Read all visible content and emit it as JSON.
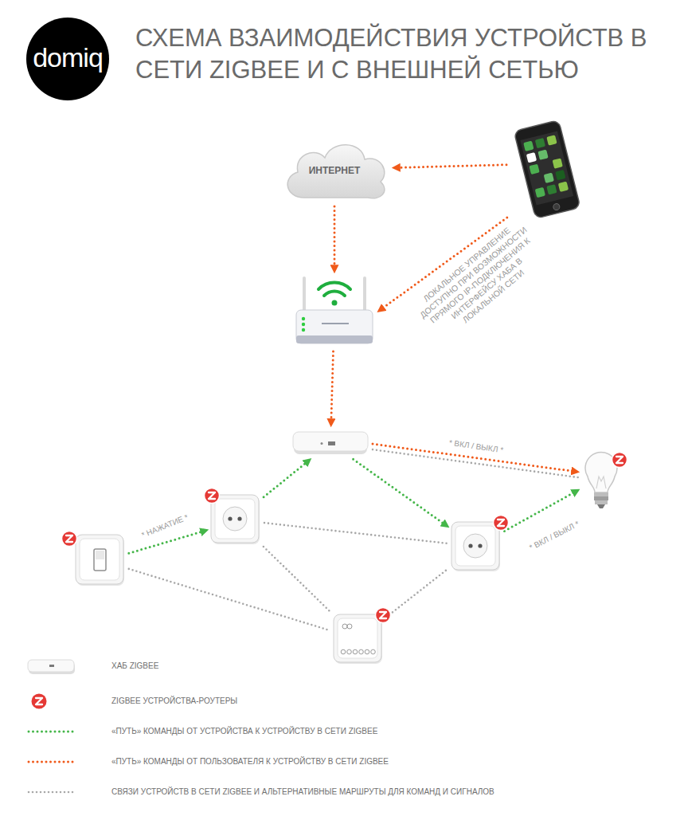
{
  "diagram": {
    "title": "СХЕМА ВЗАИМОДЕЙСТВИЯ УСТРОЙСТВ В СЕТИ ZIGBEE И С ВНЕШНЕЙ СЕТЬЮ",
    "nodes": [
      {
        "text": [
          "ИНТЕРНЕТ"
        ]
      },
      {
        "text": []
      },
      {
        "text": []
      },
      {
        "text": []
      },
      {
        "text": []
      },
      {
        "text": []
      },
      {
        "text": []
      },
      {
        "text": []
      },
      {
        "text": []
      }
    ],
    "edges": [
      {
        "from": 1,
        "to": 0,
        "arrow": "to"
      },
      {
        "from": 0,
        "to": 2,
        "arrow": "to"
      },
      {
        "from": 1,
        "to": 2,
        "arrow": "to",
        "label": "ЛОКАЛЬНОЕ УПРАВЛЕНИЕ ДОСТУПНО ПРИ ВОЗМОЖНОСТИ ПРЯМОГО IP-ПОДКЛЮЧЕНИЯ К ИНТЕРФЕЙСУ ХАБА В ЛОКАЛЬНОЙ СЕТИ"
      },
      {
        "from": 2,
        "to": 3,
        "arrow": "to"
      },
      {
        "from": 3,
        "to": 4,
        "arrow": "to",
        "label": "* ВКЛ / ВЫКЛ *"
      },
      {
        "from": 3,
        "to": 4,
        "arrow": "none"
      },
      {
        "from": 6,
        "to": 5,
        "arrow": "to",
        "label": "* НАЖАТИЕ *"
      },
      {
        "from": 5,
        "to": 3,
        "arrow": "to"
      },
      {
        "from": 3,
        "to": 7,
        "arrow": "to"
      },
      {
        "from": 7,
        "to": 4,
        "arrow": "to",
        "label": "* ВКЛ / ВЫКЛ *"
      },
      {
        "from": 5,
        "to": 7,
        "arrow": "none"
      },
      {
        "from": 5,
        "to": 8,
        "arrow": "none"
      },
      {
        "from": 6,
        "to": 8,
        "arrow": "none"
      },
      {
        "from": 8,
        "to": 7,
        "arrow": "none"
      }
    ],
    "labels": [
      "domiq"
    ],
    "legend": [
      {
        "text": "ХАБ ZIGBEE"
      },
      {
        "text": "ZIGBEE УСТРОЙСТВА-РОУТЕРЫ"
      },
      {
        "text": "«ПУТЬ» КОМАНДЫ ОТ УСТРОЙСТВА К УСТРОЙСТВУ В СЕТИ ZIGBEE"
      },
      {
        "text": "«ПУТЬ» КОМАНДЫ ОТ ПОЛЬЗОВАТЕЛЯ К УСТРОЙСТВУ В СЕТИ ZIGBEE"
      },
      {
        "text": "СВЯЗИ УСТРОЙСТВ В СЕТИ ZIGBEE И АЛЬТЕРНАТИВНЫЕ МАРШРУТЫ ДЛЯ КОМАНД И СИГНАЛОВ"
      }
    ]
  }
}
